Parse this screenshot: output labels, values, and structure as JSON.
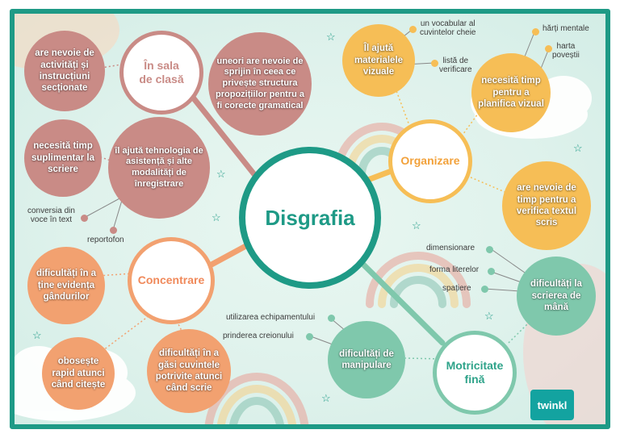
{
  "center": {
    "title": "Disgrafia"
  },
  "hubs": {
    "in_sala": "În sala\nde clasă",
    "organizare": "Organizare",
    "concentrare": "Concentrare",
    "motricitate": "Motricitate\nfină"
  },
  "in_sala_nodes": {
    "activitati": "are nevoie de activități și instrucțiuni secționate",
    "sprijin": "uneori are nevoie de sprijin în ceea ce privește structura propozițiilor pentru a fi corecte gramatical",
    "timp_scriere": "necesită timp suplimentar la scriere",
    "tehnologie": "îl ajută tehnologia de asistență și alte modalități de înregistrare"
  },
  "tech_labels": {
    "conversie": "conversia din\nvoce în text",
    "reportofon": "reportofon"
  },
  "organizare_nodes": {
    "materiale": "Îl ajută materialele vizuale",
    "planifica": "necesită timp pentru a planifica vizual",
    "verifica": "are nevoie de timp pentru a verifica textul scris"
  },
  "organizare_labels": {
    "vocabular": "un vocabular al\ncuvintelor cheie",
    "lista": "listă de\nverificare",
    "harti": "hărți mentale",
    "harta": "harta\npoveștii"
  },
  "concentrare_nodes": {
    "evidenta": "dificultăți în a ține evidența gândurilor",
    "oboseste": "obosește rapid atunci când citește",
    "cuvinte": "dificultăți în a găsi cuvintele potrivite atunci când scrie"
  },
  "motricitate_nodes": {
    "manipulare": "dificultăți de manipulare",
    "scrierea": "dificultăți la scrierea de mână"
  },
  "motricitate_labels": {
    "echipament": "utilizarea echipamentului",
    "creion": "prinderea creionului",
    "dimensionare": "dimensionare",
    "forma": "forma literelor",
    "spatiere": "spațiere"
  },
  "logo": "twinkl",
  "colors": {
    "teal": "#1e9a86",
    "rose": "#c98b86",
    "orange": "#f2a170",
    "yellow": "#f6be56",
    "green": "#7fc8ac"
  }
}
